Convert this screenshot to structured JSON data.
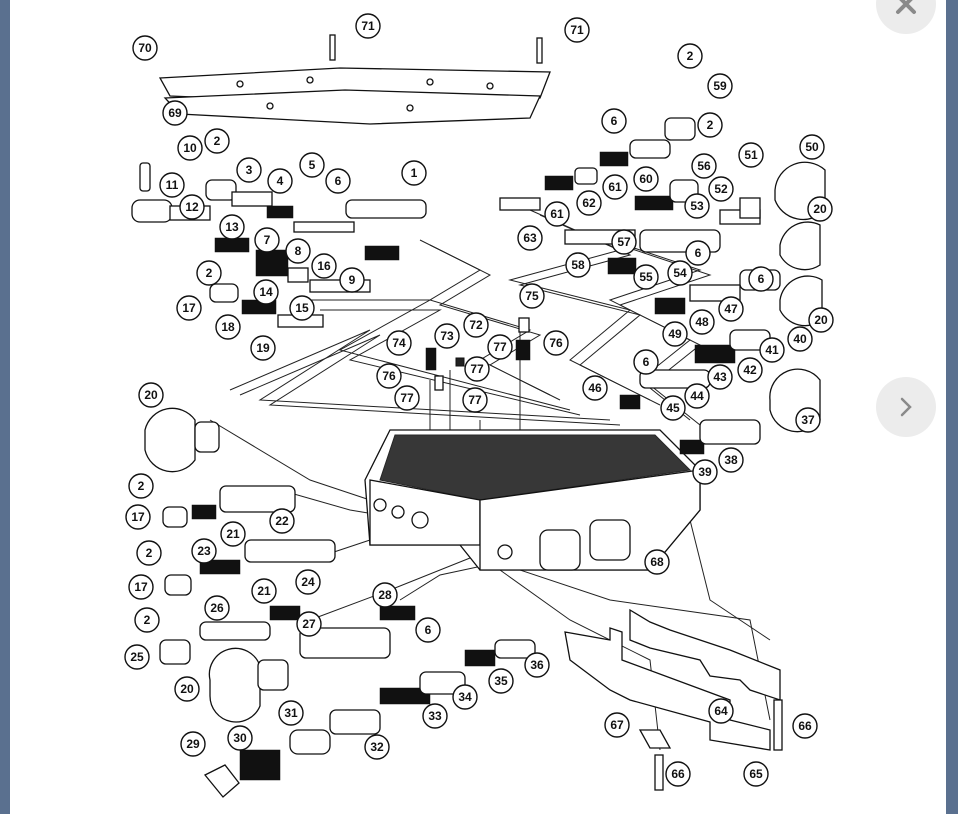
{
  "viewer": {
    "close_icon": "close-icon",
    "next_icon": "chevron-right-icon"
  },
  "diagram": {
    "callouts": [
      "1",
      "2",
      "3",
      "4",
      "5",
      "6",
      "7",
      "8",
      "9",
      "10",
      "11",
      "12",
      "13",
      "14",
      "15",
      "16",
      "17",
      "18",
      "19",
      "20",
      "21",
      "22",
      "23",
      "24",
      "25",
      "26",
      "27",
      "28",
      "29",
      "30",
      "31",
      "32",
      "33",
      "34",
      "35",
      "36",
      "37",
      "38",
      "39",
      "40",
      "41",
      "42",
      "43",
      "44",
      "45",
      "46",
      "47",
      "48",
      "49",
      "50",
      "51",
      "52",
      "53",
      "54",
      "55",
      "56",
      "57",
      "58",
      "59",
      "60",
      "61",
      "62",
      "63",
      "64",
      "65",
      "66",
      "67",
      "68",
      "69",
      "70",
      "71",
      "72",
      "73",
      "74",
      "75",
      "76",
      "77"
    ]
  }
}
